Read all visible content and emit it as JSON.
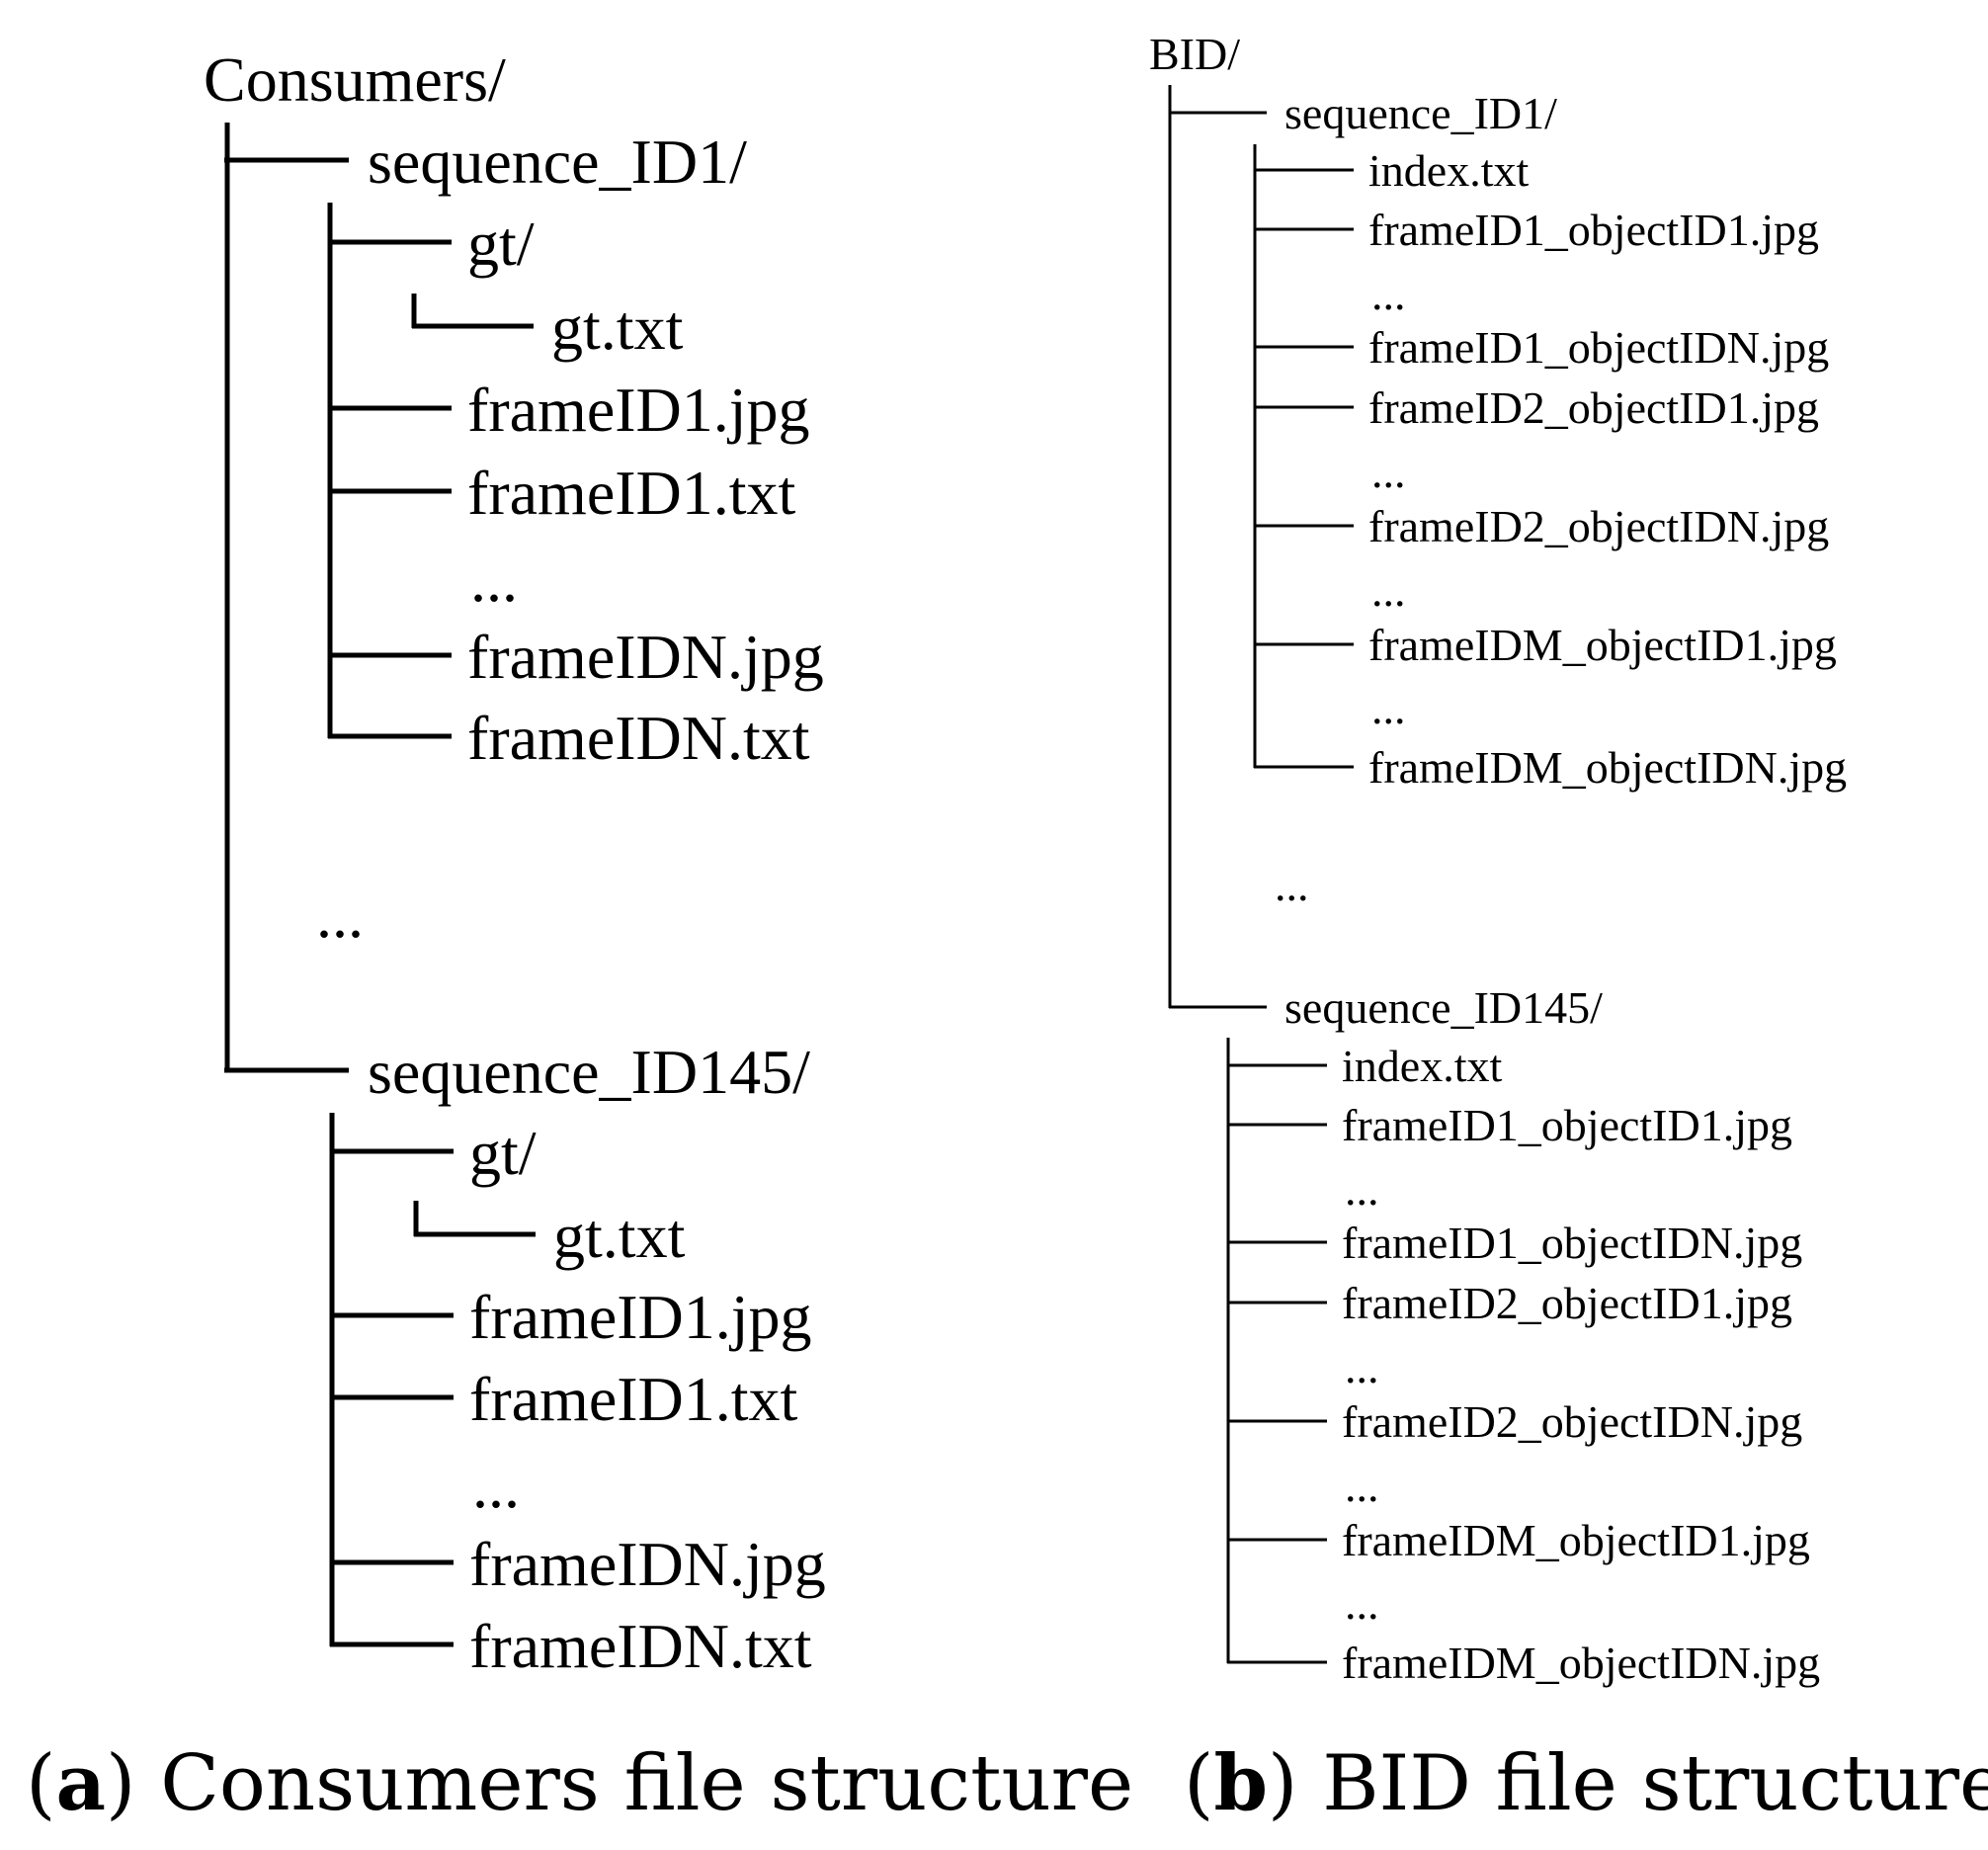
{
  "panel_a": {
    "root": "Consumers/",
    "seq1": {
      "name": "sequence_ID1/",
      "gt_dir": "gt/",
      "gt_file": "gt.txt",
      "files": [
        "frameID1.jpg",
        "frameID1.txt",
        "...",
        "frameIDN.jpg",
        "frameIDN.txt"
      ]
    },
    "middle_ellipsis": "...",
    "seq2": {
      "name": "sequence_ID145/",
      "gt_dir": "gt/",
      "gt_file": "gt.txt",
      "files": [
        "frameID1.jpg",
        "frameID1.txt",
        "...",
        "frameIDN.jpg",
        "frameIDN.txt"
      ]
    },
    "caption": {
      "letter": "a",
      "text": "Consumers file structure"
    }
  },
  "panel_b": {
    "root": "BID/",
    "seq1": {
      "name": "sequence_ID1/",
      "files": [
        "index.txt",
        "frameID1_objectID1.jpg",
        "...",
        "frameID1_objectIDN.jpg",
        "frameID2_objectID1.jpg",
        "...",
        "frameID2_objectIDN.jpg",
        "...",
        "frameIDM_objectID1.jpg",
        "...",
        "frameIDM_objectIDN.jpg"
      ]
    },
    "middle_ellipsis": "...",
    "seq2": {
      "name": "sequence_ID145/",
      "files": [
        "index.txt",
        "frameID1_objectID1.jpg",
        "...",
        "frameID1_objectIDN.jpg",
        "frameID2_objectID1.jpg",
        "...",
        "frameID2_objectIDN.jpg",
        "...",
        "frameIDM_objectID1.jpg",
        "...",
        "frameIDM_objectIDN.jpg"
      ]
    },
    "caption": {
      "letter": "b",
      "text": "BID file structure"
    }
  }
}
